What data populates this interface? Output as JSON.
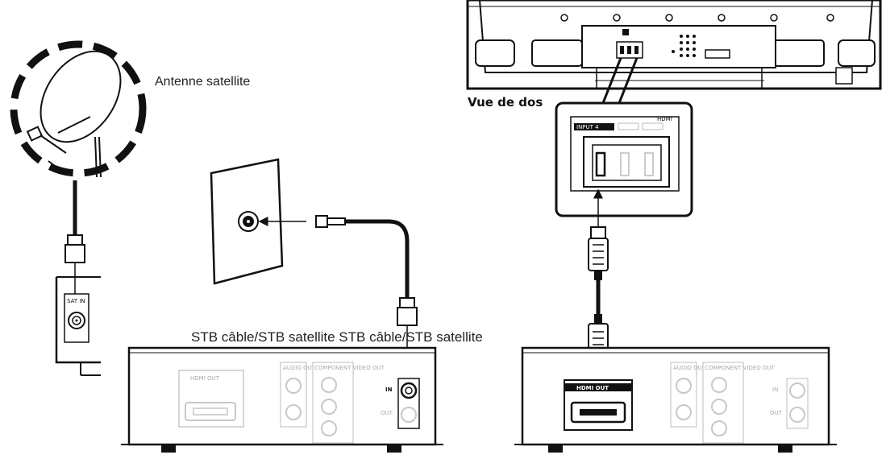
{
  "labels": {
    "satellite_dish": "Antenne satellite",
    "rear_view": "Vue de dos",
    "stb_pair": "STB câble/STB satellite STB câble/STB satellite"
  },
  "stb_left": {
    "hdmi_out": "HDMI OUT",
    "audio_out": "AUDIO OUT",
    "component_out": "COMPONENT VIDEO OUT",
    "coax_in": "IN",
    "coax_out": "OUT"
  },
  "stb_right": {
    "hdmi_out": "HDMI OUT",
    "audio_out": "AUDIO OUT",
    "component_out": "COMPONENT VIDEO OUT",
    "coax_in": "IN",
    "coax_out": "OUT"
  },
  "tv_panel": {
    "input_label": "INPUT 4",
    "hdmi_label": "HDMI"
  },
  "sat_receiver": {
    "port_label": "SAT IN"
  },
  "colors": {
    "line": "#111111",
    "faded": "#c8c8c8",
    "background": "#ffffff"
  }
}
